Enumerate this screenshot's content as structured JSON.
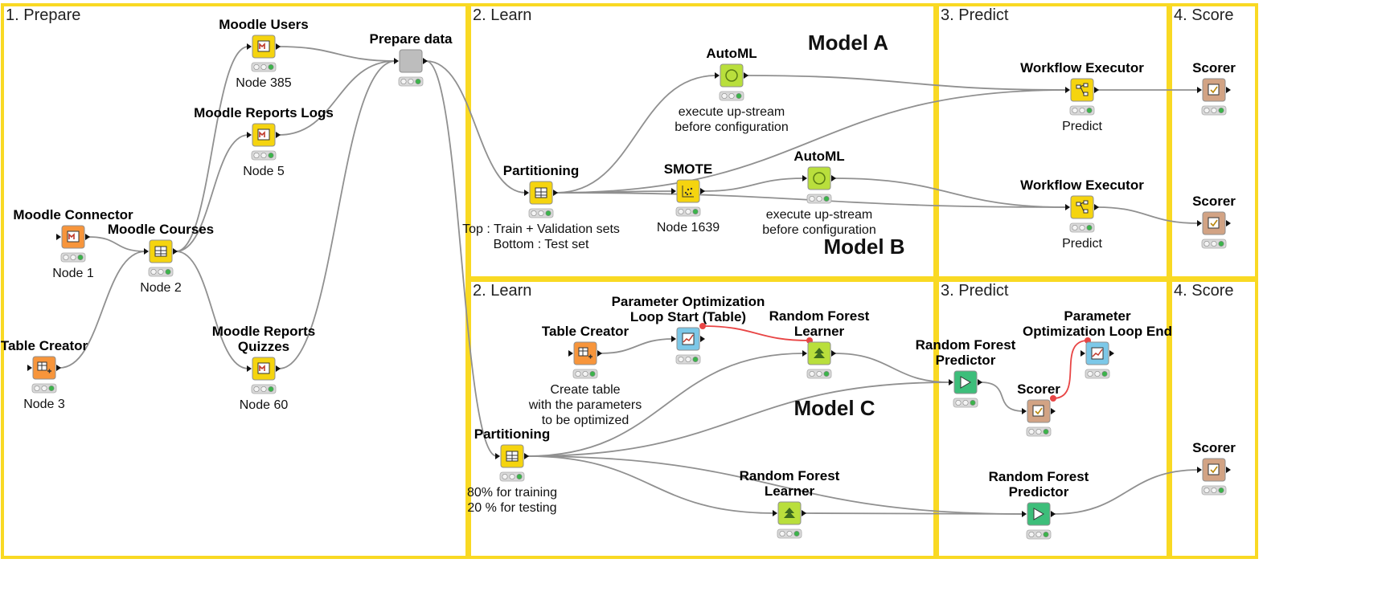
{
  "sections": [
    {
      "id": "prepare",
      "label": "1. Prepare"
    },
    {
      "id": "learn-a",
      "label": "2. Learn"
    },
    {
      "id": "predict-a",
      "label": "3. Predict"
    },
    {
      "id": "score-a",
      "label": "4. Score"
    },
    {
      "id": "learn-c",
      "label": "2. Learn"
    },
    {
      "id": "predict-c",
      "label": "3. Predict"
    },
    {
      "id": "score-c",
      "label": "4. Score"
    }
  ],
  "model_labels": [
    "Model A",
    "Model B",
    "Model C"
  ],
  "nodes": [
    {
      "id": "moodle-connector",
      "title": [
        "Moodle Connector"
      ],
      "label": [
        "Node 1"
      ],
      "color": "#F7953B",
      "icon": "database-lock-icon"
    },
    {
      "id": "moodle-courses",
      "title": [
        "Moodle Courses"
      ],
      "label": [
        "Node 2"
      ],
      "color": "#F5D40F",
      "icon": "table-icon"
    },
    {
      "id": "table-creator-1",
      "title": [
        "Table Creator"
      ],
      "label": [
        "Node 3"
      ],
      "color": "#F7953B",
      "icon": "table-plus-icon"
    },
    {
      "id": "moodle-users",
      "title": [
        "Moodle Users"
      ],
      "label": [
        "Node 385"
      ],
      "color": "#F5D40F",
      "icon": "user-icon"
    },
    {
      "id": "moodle-reports-logs",
      "title": [
        "Moodle Reports Logs"
      ],
      "label": [
        "Node 5"
      ],
      "color": "#F5D40F",
      "icon": "report-icon"
    },
    {
      "id": "moodle-reports-quizzes",
      "title": [
        "Moodle Reports",
        "Quizzes"
      ],
      "label": [
        "Node 60"
      ],
      "color": "#F5D40F",
      "icon": "quiz-icon"
    },
    {
      "id": "prepare-data",
      "title": [
        "Prepare data"
      ],
      "label": [],
      "color": "#BDBDBD",
      "icon": "metanode-icon"
    },
    {
      "id": "partitioning-a",
      "title": [
        "Partitioning"
      ],
      "label": [
        "Top : Train + Validation sets",
        "Bottom : Test set"
      ],
      "color": "#F5D40F",
      "icon": "partition-icon"
    },
    {
      "id": "automl-1",
      "title": [
        "AutoML"
      ],
      "label": [
        "execute up-stream",
        "before configuration"
      ],
      "color": "#B9DF3C",
      "icon": "automl-icon"
    },
    {
      "id": "smote",
      "title": [
        "SMOTE"
      ],
      "label": [
        "Node 1639"
      ],
      "color": "#F5D40F",
      "icon": "scatter-icon"
    },
    {
      "id": "automl-2",
      "title": [
        "AutoML"
      ],
      "label": [
        "execute up-stream",
        "before configuration"
      ],
      "color": "#B9DF3C",
      "icon": "automl-icon"
    },
    {
      "id": "workflow-executor-1",
      "title": [
        "Workflow Executor"
      ],
      "label": [
        "Predict"
      ],
      "color": "#F5D40F",
      "icon": "workflow-icon"
    },
    {
      "id": "workflow-executor-2",
      "title": [
        "Workflow Executor"
      ],
      "label": [
        "Predict"
      ],
      "color": "#F5D40F",
      "icon": "workflow-icon"
    },
    {
      "id": "scorer-a1",
      "title": [
        "Scorer"
      ],
      "label": [],
      "color": "#D2A384",
      "icon": "scorer-icon"
    },
    {
      "id": "scorer-a2",
      "title": [
        "Scorer"
      ],
      "label": [],
      "color": "#D2A384",
      "icon": "scorer-icon"
    },
    {
      "id": "table-creator-2",
      "title": [
        "Table Creator"
      ],
      "label": [
        "Create table",
        "with the parameters",
        "to be optimized"
      ],
      "color": "#F7953B",
      "icon": "table-plus-icon"
    },
    {
      "id": "param-opt-start",
      "title": [
        "Parameter Optimization",
        "Loop Start (Table)"
      ],
      "label": [],
      "color": "#7CC8E8",
      "icon": "loop-start-icon"
    },
    {
      "id": "rf-learner-1",
      "title": [
        "Random Forest",
        "Learner"
      ],
      "label": [],
      "color": "#B9DF3C",
      "icon": "forest-icon"
    },
    {
      "id": "rf-predictor-1",
      "title": [
        "Random Forest",
        "Predictor"
      ],
      "label": [],
      "color": "#3DBE7A",
      "icon": "predictor-icon"
    },
    {
      "id": "scorer-c1",
      "title": [
        "Scorer"
      ],
      "label": [],
      "color": "#D2A384",
      "icon": "scorer-icon"
    },
    {
      "id": "param-opt-end",
      "title": [
        "Parameter",
        "Optimization Loop End"
      ],
      "label": [],
      "color": "#7CC8E8",
      "icon": "loop-end-icon"
    },
    {
      "id": "partitioning-c",
      "title": [
        "Partitioning"
      ],
      "label": [
        "80% for training",
        "20 % for testing"
      ],
      "color": "#F5D40F",
      "icon": "partition-icon"
    },
    {
      "id": "rf-learner-2",
      "title": [
        "Random Forest",
        "Learner"
      ],
      "label": [],
      "color": "#B9DF3C",
      "icon": "forest-icon"
    },
    {
      "id": "rf-predictor-2",
      "title": [
        "Random Forest",
        "Predictor"
      ],
      "label": [],
      "color": "#3DBE7A",
      "icon": "predictor-icon"
    },
    {
      "id": "scorer-c2",
      "title": [
        "Scorer"
      ],
      "label": [],
      "color": "#D2A384",
      "icon": "scorer-icon"
    }
  ],
  "connections": [
    {
      "from": "moodle-connector",
      "to": "moodle-courses",
      "kind": "data"
    },
    {
      "from": "table-creator-1",
      "to": "moodle-courses",
      "kind": "data"
    },
    {
      "from": "moodle-courses",
      "to": "moodle-users",
      "kind": "data"
    },
    {
      "from": "moodle-courses",
      "to": "moodle-reports-logs",
      "kind": "data"
    },
    {
      "from": "moodle-courses",
      "to": "moodle-reports-quizzes",
      "kind": "data"
    },
    {
      "from": "moodle-users",
      "to": "prepare-data",
      "kind": "data"
    },
    {
      "from": "moodle-reports-logs",
      "to": "prepare-data",
      "kind": "data"
    },
    {
      "from": "moodle-reports-quizzes",
      "to": "prepare-data",
      "kind": "data"
    },
    {
      "from": "prepare-data",
      "to": "partitioning-a",
      "kind": "data"
    },
    {
      "from": "prepare-data",
      "to": "partitioning-c",
      "kind": "data"
    },
    {
      "from": "partitioning-a",
      "to": "automl-1",
      "kind": "data"
    },
    {
      "from": "partitioning-a",
      "to": "smote",
      "kind": "data"
    },
    {
      "from": "smote",
      "to": "automl-2",
      "kind": "data"
    },
    {
      "from": "partitioning-a",
      "to": "workflow-executor-1",
      "kind": "data"
    },
    {
      "from": "partitioning-a",
      "to": "workflow-executor-2",
      "kind": "data"
    },
    {
      "from": "automl-1",
      "to": "workflow-executor-1",
      "kind": "model"
    },
    {
      "from": "automl-2",
      "to": "workflow-executor-2",
      "kind": "model"
    },
    {
      "from": "workflow-executor-1",
      "to": "scorer-a1",
      "kind": "data"
    },
    {
      "from": "workflow-executor-2",
      "to": "scorer-a2",
      "kind": "data"
    },
    {
      "from": "table-creator-2",
      "to": "param-opt-start",
      "kind": "data"
    },
    {
      "from": "param-opt-start",
      "to": "rf-learner-1",
      "kind": "flow"
    },
    {
      "from": "partitioning-c",
      "to": "rf-learner-1",
      "kind": "data"
    },
    {
      "from": "partitioning-c",
      "to": "rf-predictor-1",
      "kind": "data"
    },
    {
      "from": "rf-learner-1",
      "to": "rf-predictor-1",
      "kind": "model"
    },
    {
      "from": "rf-predictor-1",
      "to": "scorer-c1",
      "kind": "data"
    },
    {
      "from": "scorer-c1",
      "to": "param-opt-end",
      "kind": "flow"
    },
    {
      "from": "partitioning-c",
      "to": "rf-learner-2",
      "kind": "data"
    },
    {
      "from": "partitioning-c",
      "to": "rf-predictor-2",
      "kind": "data"
    },
    {
      "from": "rf-learner-2",
      "to": "rf-predictor-2",
      "kind": "model"
    },
    {
      "from": "rf-predictor-2",
      "to": "scorer-c2",
      "kind": "data"
    }
  ],
  "colors": {
    "annotation_border": "#F9D923",
    "connection": "#909090",
    "flow_variable": "#e84545"
  }
}
